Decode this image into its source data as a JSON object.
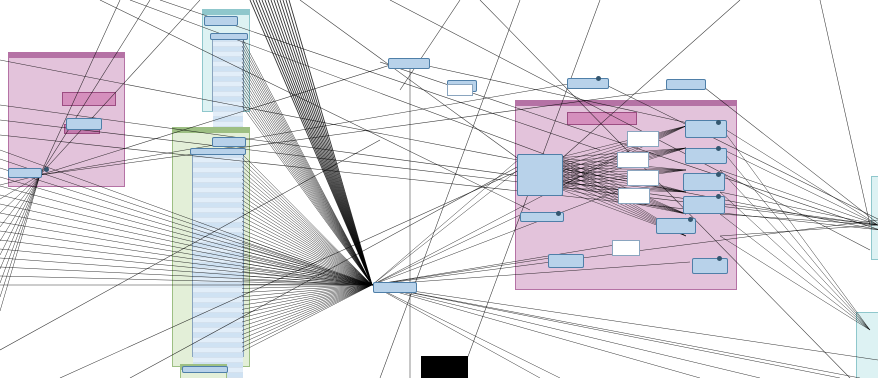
{
  "canvas": {
    "description": "workflow canvas",
    "colors": {
      "background": "#ffffff",
      "tool_fill": "#b8d2ea",
      "tool_border": "#4f7fa8",
      "bookmark_pink": "#e3c3db",
      "bookmark_pink_header": "#b572a5",
      "bookmark_green": "#e3efd8",
      "bookmark_green_header": "#9dbf83",
      "bookmark_cyan": "#ddf2f3",
      "bookmark_cyan_header": "#8fc7cc",
      "annotation_pink": "#d58fbd",
      "connection_line": "#000000"
    }
  },
  "bookmarks": [
    {
      "id": "left-pink",
      "title": "",
      "color": "pink"
    },
    {
      "id": "top-cyan",
      "title": "",
      "color": "cyan"
    },
    {
      "id": "center-green",
      "title": "",
      "color": "green"
    },
    {
      "id": "right-pink",
      "title": "",
      "color": "pink"
    },
    {
      "id": "bottom-green",
      "title": "",
      "color": "green"
    }
  ],
  "tools": [
    {
      "id": "t1"
    },
    {
      "id": "t2"
    },
    {
      "id": "t3"
    },
    {
      "id": "t4"
    },
    {
      "id": "t5"
    },
    {
      "id": "t6"
    },
    {
      "id": "t7"
    },
    {
      "id": "t8"
    },
    {
      "id": "t9"
    },
    {
      "id": "t10"
    },
    {
      "id": "t11"
    },
    {
      "id": "t12"
    },
    {
      "id": "t13"
    },
    {
      "id": "t14"
    },
    {
      "id": "t15"
    }
  ],
  "attribute_lists": {
    "cyan_rows": 18,
    "green_rows": 48
  },
  "redaction": {
    "present": true
  }
}
